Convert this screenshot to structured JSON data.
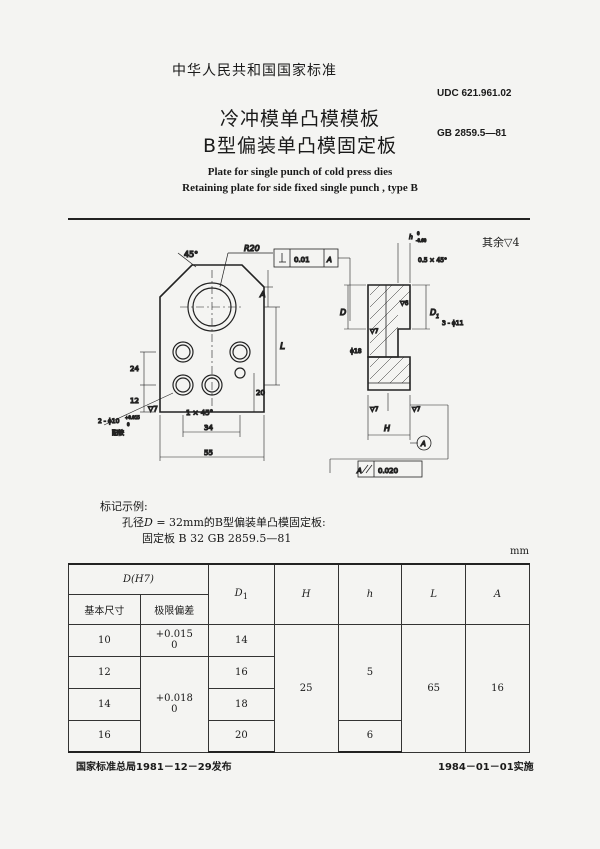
{
  "header": {
    "issuer": "中华人民共和国国家标准",
    "udc": "UDC 621.961.02",
    "gb": "GB 2859.5—81"
  },
  "title": {
    "line1": "冷冲模单凸模模板",
    "line2": "B型偏装单凸模固定板",
    "en1": "Plate for single punch of cold press dies",
    "en2": "Retaining plate for side fixed single punch , type B"
  },
  "drawing": {
    "remaining_finish": "其余▽4",
    "angle_45": "45°",
    "r20": "R20",
    "dim_a": "A",
    "dim_l": "L",
    "dim_24": "24",
    "dim_12": "12",
    "dim_20": "20",
    "chamfer": "1 × 45°",
    "dim_34": "34",
    "dim_55": "55",
    "hole_note": "2 - ϕ10",
    "hole_tol_upper": "+0.015",
    "hole_tol_lower": "0",
    "hole_note2": "配铰",
    "finish_mark": "▽7",
    "perp_value": "0.01",
    "datum_a": "A",
    "dim_h_small": "h",
    "h_tol_upper": "0",
    "h_tol_lower": "-0.60",
    "chamfer_05": "0.5 × 45°",
    "finish_6": "▽6",
    "dim_d": "D",
    "dim_d1": "D",
    "dim_d1_sub": "1",
    "holes_11": "3 - ϕ11",
    "dia_18": "ϕ18",
    "dim_h": "H",
    "datum_circle": "A",
    "parallel_value": "0.020",
    "parallel_datum": "A"
  },
  "example": {
    "label": "标记示例:",
    "line1_pre": "孔径",
    "line1_var": "D",
    "line1_post": " = 32mm的B型偏装单凸模固定板:",
    "line2": "固定板   B 32   GB 2859.5—81"
  },
  "unit": "mm",
  "table": {
    "col_d": "D(H7)",
    "col_base": "基本尺寸",
    "col_tol": "极限偏差",
    "col_d1": "D",
    "col_d1_sub": "1",
    "col_H": "H",
    "col_h": "h",
    "col_L": "L",
    "col_A": "A",
    "rows": [
      {
        "base": "10",
        "tol_upper": "+0.015",
        "tol_lower": "0",
        "d1": "14"
      },
      {
        "base": "12",
        "d1": "16"
      },
      {
        "base": "14",
        "d1": "18"
      },
      {
        "base": "16",
        "d1": "20"
      }
    ],
    "tol_group_upper": "+0.018",
    "tol_group_lower": "0",
    "H": "25",
    "h_group": "5",
    "h_last": "6",
    "L": "65",
    "A": "16"
  },
  "footer": {
    "issued": "国家标准总局1981－12－29发布",
    "effective": "1984－01－01实施"
  }
}
